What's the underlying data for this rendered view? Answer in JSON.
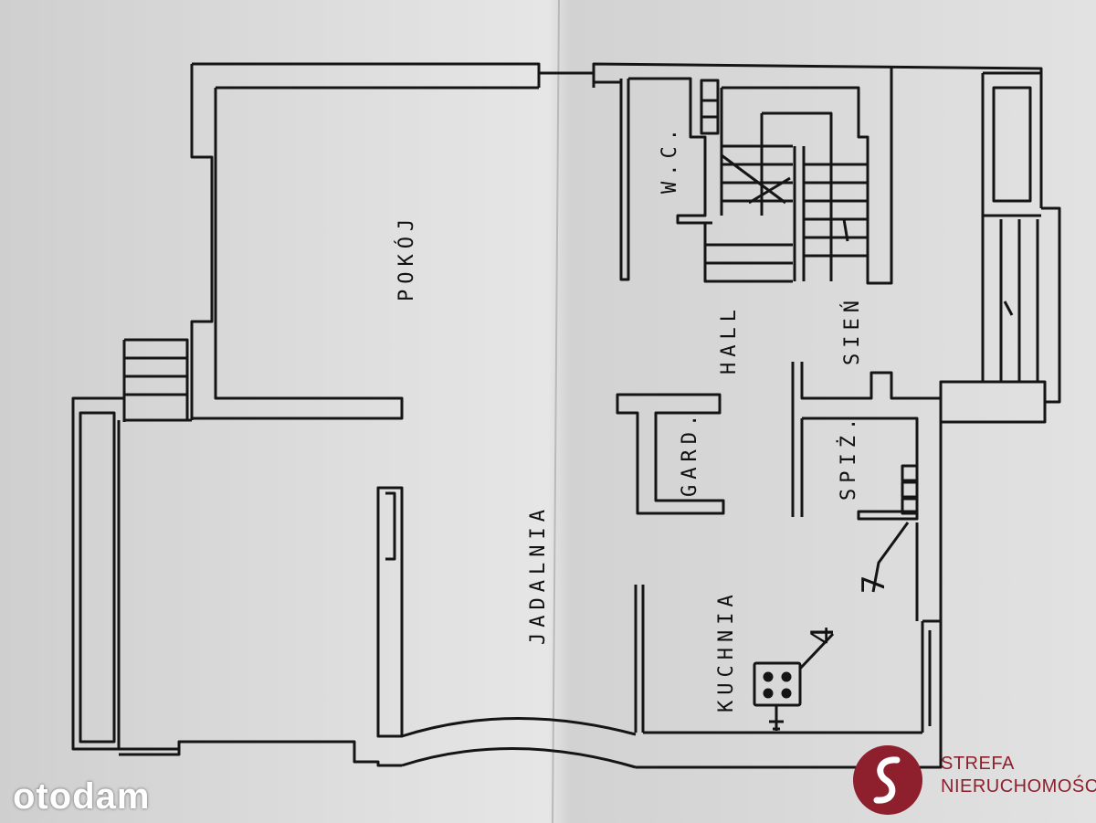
{
  "rooms": {
    "pokoj": "POKÓJ",
    "wc": "W.C.",
    "hall": "HALL",
    "sien": "SIEŃ",
    "gard": "GARD.",
    "spiz": "SPIŻ.",
    "jadalnia": "JADALNIA",
    "kuchnia": "KUCHNIA"
  },
  "markers": {
    "m1": "7",
    "m2": "4"
  },
  "watermark": {
    "text": "otodam"
  },
  "brand": {
    "line1": "STREFA",
    "line2": "NIERUCHOMOŚCI",
    "color": "#8e1f2c"
  }
}
